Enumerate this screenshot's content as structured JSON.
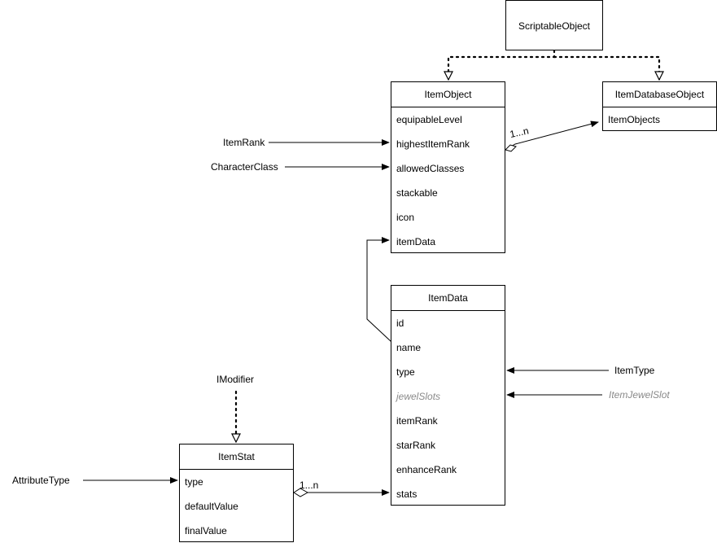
{
  "classes": {
    "scriptable_object": {
      "title": "ScriptableObject"
    },
    "item_object": {
      "title": "ItemObject",
      "fields": [
        "equipableLevel",
        "highestItemRank",
        "allowedClasses",
        "stackable",
        "icon",
        "itemData"
      ]
    },
    "item_database_object": {
      "title": "ItemDatabaseObject",
      "fields": [
        "ItemObjects"
      ]
    },
    "item_data": {
      "title": "ItemData",
      "fields": [
        "id",
        "name",
        "type",
        "jewelSlots",
        "itemRank",
        "starRank",
        "enhanceRank",
        "stats"
      ]
    },
    "item_stat": {
      "title": "ItemStat",
      "fields": [
        "type",
        "defaultValue",
        "finalValue"
      ]
    }
  },
  "external_types": {
    "item_rank": "ItemRank",
    "character_class": "CharacterClass",
    "item_type": "ItemType",
    "item_jewel_slot": "ItemJewelSlot",
    "imodifier": "IModifier",
    "attribute_type": "AttributeType"
  },
  "multiplicities": {
    "item_objects": "1...n",
    "stats": "1...n"
  }
}
